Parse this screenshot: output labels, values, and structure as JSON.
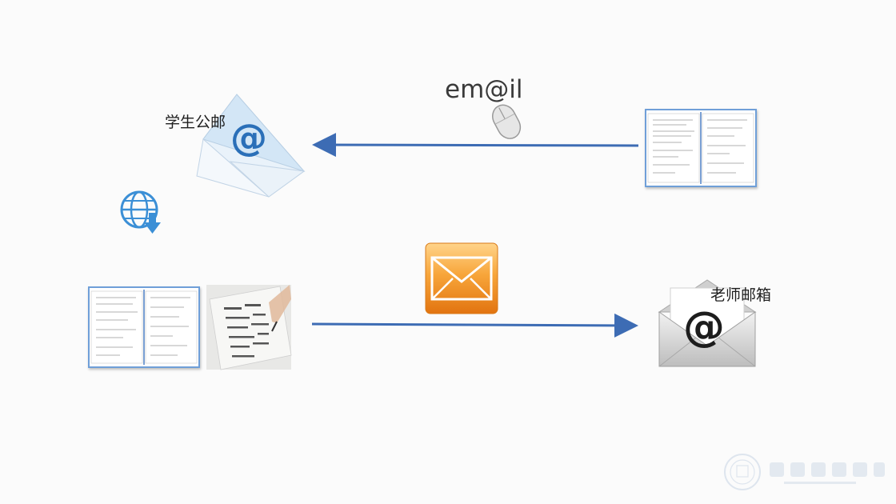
{
  "labels": {
    "student_mailbox": "学生公邮",
    "teacher_mailbox": "老师邮箱",
    "email_word": "em@il"
  },
  "colors": {
    "arrow": "#3d6cb4",
    "envelope_blue": "#cfe3f4",
    "envelope_orange": "#f08a1c",
    "envelope_gray": "#d9d9d9",
    "doc_border": "#6f9fd8"
  },
  "icons": {
    "student_envelope": "at-envelope-blue-icon",
    "teacher_envelope": "at-envelope-open-gray-icon",
    "mouse": "computer-mouse-icon",
    "globe_download": "globe-download-icon",
    "mail_app": "orange-mail-icon"
  }
}
